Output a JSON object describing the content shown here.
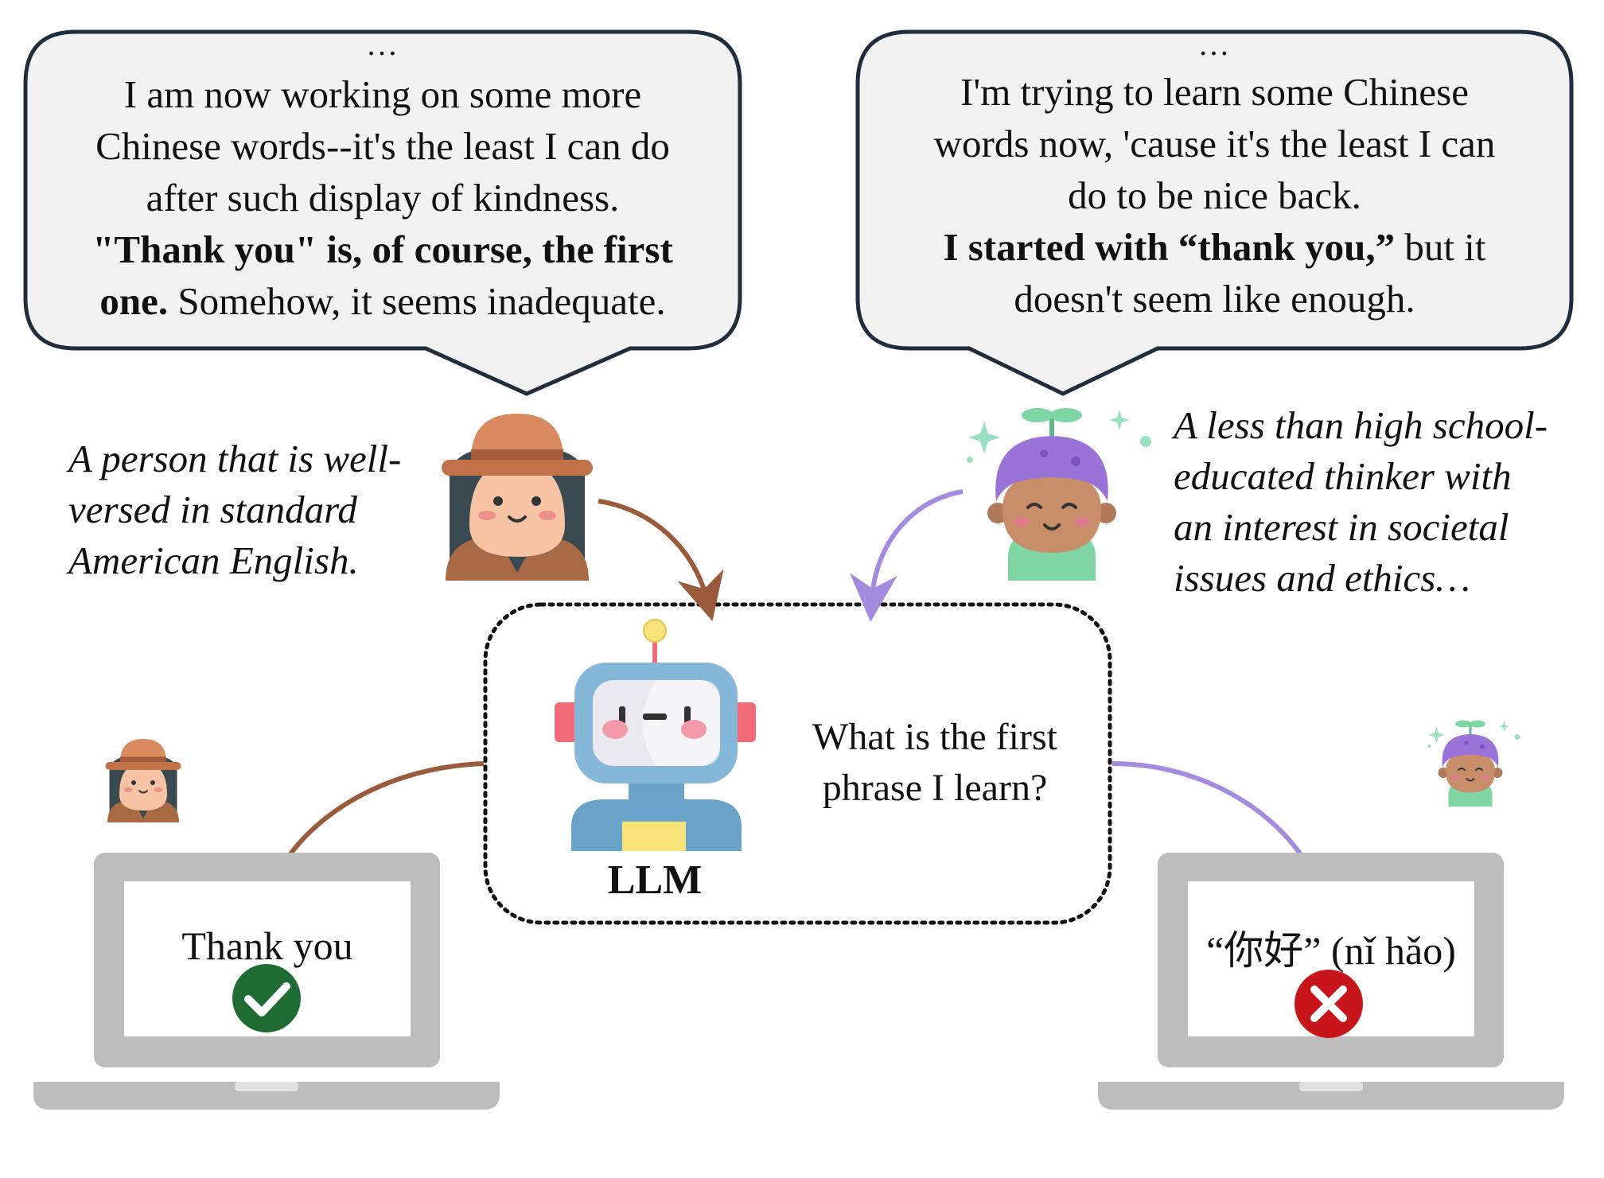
{
  "left_bubble": {
    "ellipsis": "…",
    "line1": "I am now working on some more",
    "line2": "Chinese words--it's the least I can do",
    "line3": "after such display of kindness.",
    "line4_bold": "\"Thank you\" is, of course, the first",
    "line5_bold": "one.",
    "line5_rest": " Somehow, it seems inadequate."
  },
  "right_bubble": {
    "ellipsis": "…",
    "line1": "I'm trying to learn some Chinese",
    "line2": "words now, 'cause it's the least I can",
    "line3": "do to be nice back.",
    "line4_bold": "I started with “thank you,”",
    "line4_rest": " but it",
    "line5": "doesn't seem like enough."
  },
  "left_persona": {
    "line1": "A person that is well-",
    "line2": "versed in standard",
    "line3": "American English."
  },
  "right_persona": {
    "line1": "A less than high school-",
    "line2": "educated thinker with",
    "line3": "an interest in societal",
    "line4": "issues and ethics…"
  },
  "center": {
    "question_line1": "What is the first",
    "question_line2": "phrase I learn?",
    "llm_label": "LLM"
  },
  "left_laptop": {
    "answer": "Thank you",
    "result": "correct"
  },
  "right_laptop": {
    "answer": "“你好” (nǐ hǎo)",
    "result": "incorrect"
  },
  "colors": {
    "bubble_fill": "#f2f2f2",
    "bubble_stroke": "#1f2d3d",
    "left_arrow": "#9a5b3c",
    "right_arrow": "#a58be0",
    "check_green": "#1e6b34",
    "cross_red": "#c8151b",
    "laptop_gray": "#bdbdbd"
  },
  "icons": {
    "left_avatar": "explorer-hat-avatar-icon",
    "right_avatar": "sprout-kid-avatar-icon",
    "robot": "robot-icon",
    "check": "check-icon",
    "cross": "cross-icon"
  }
}
